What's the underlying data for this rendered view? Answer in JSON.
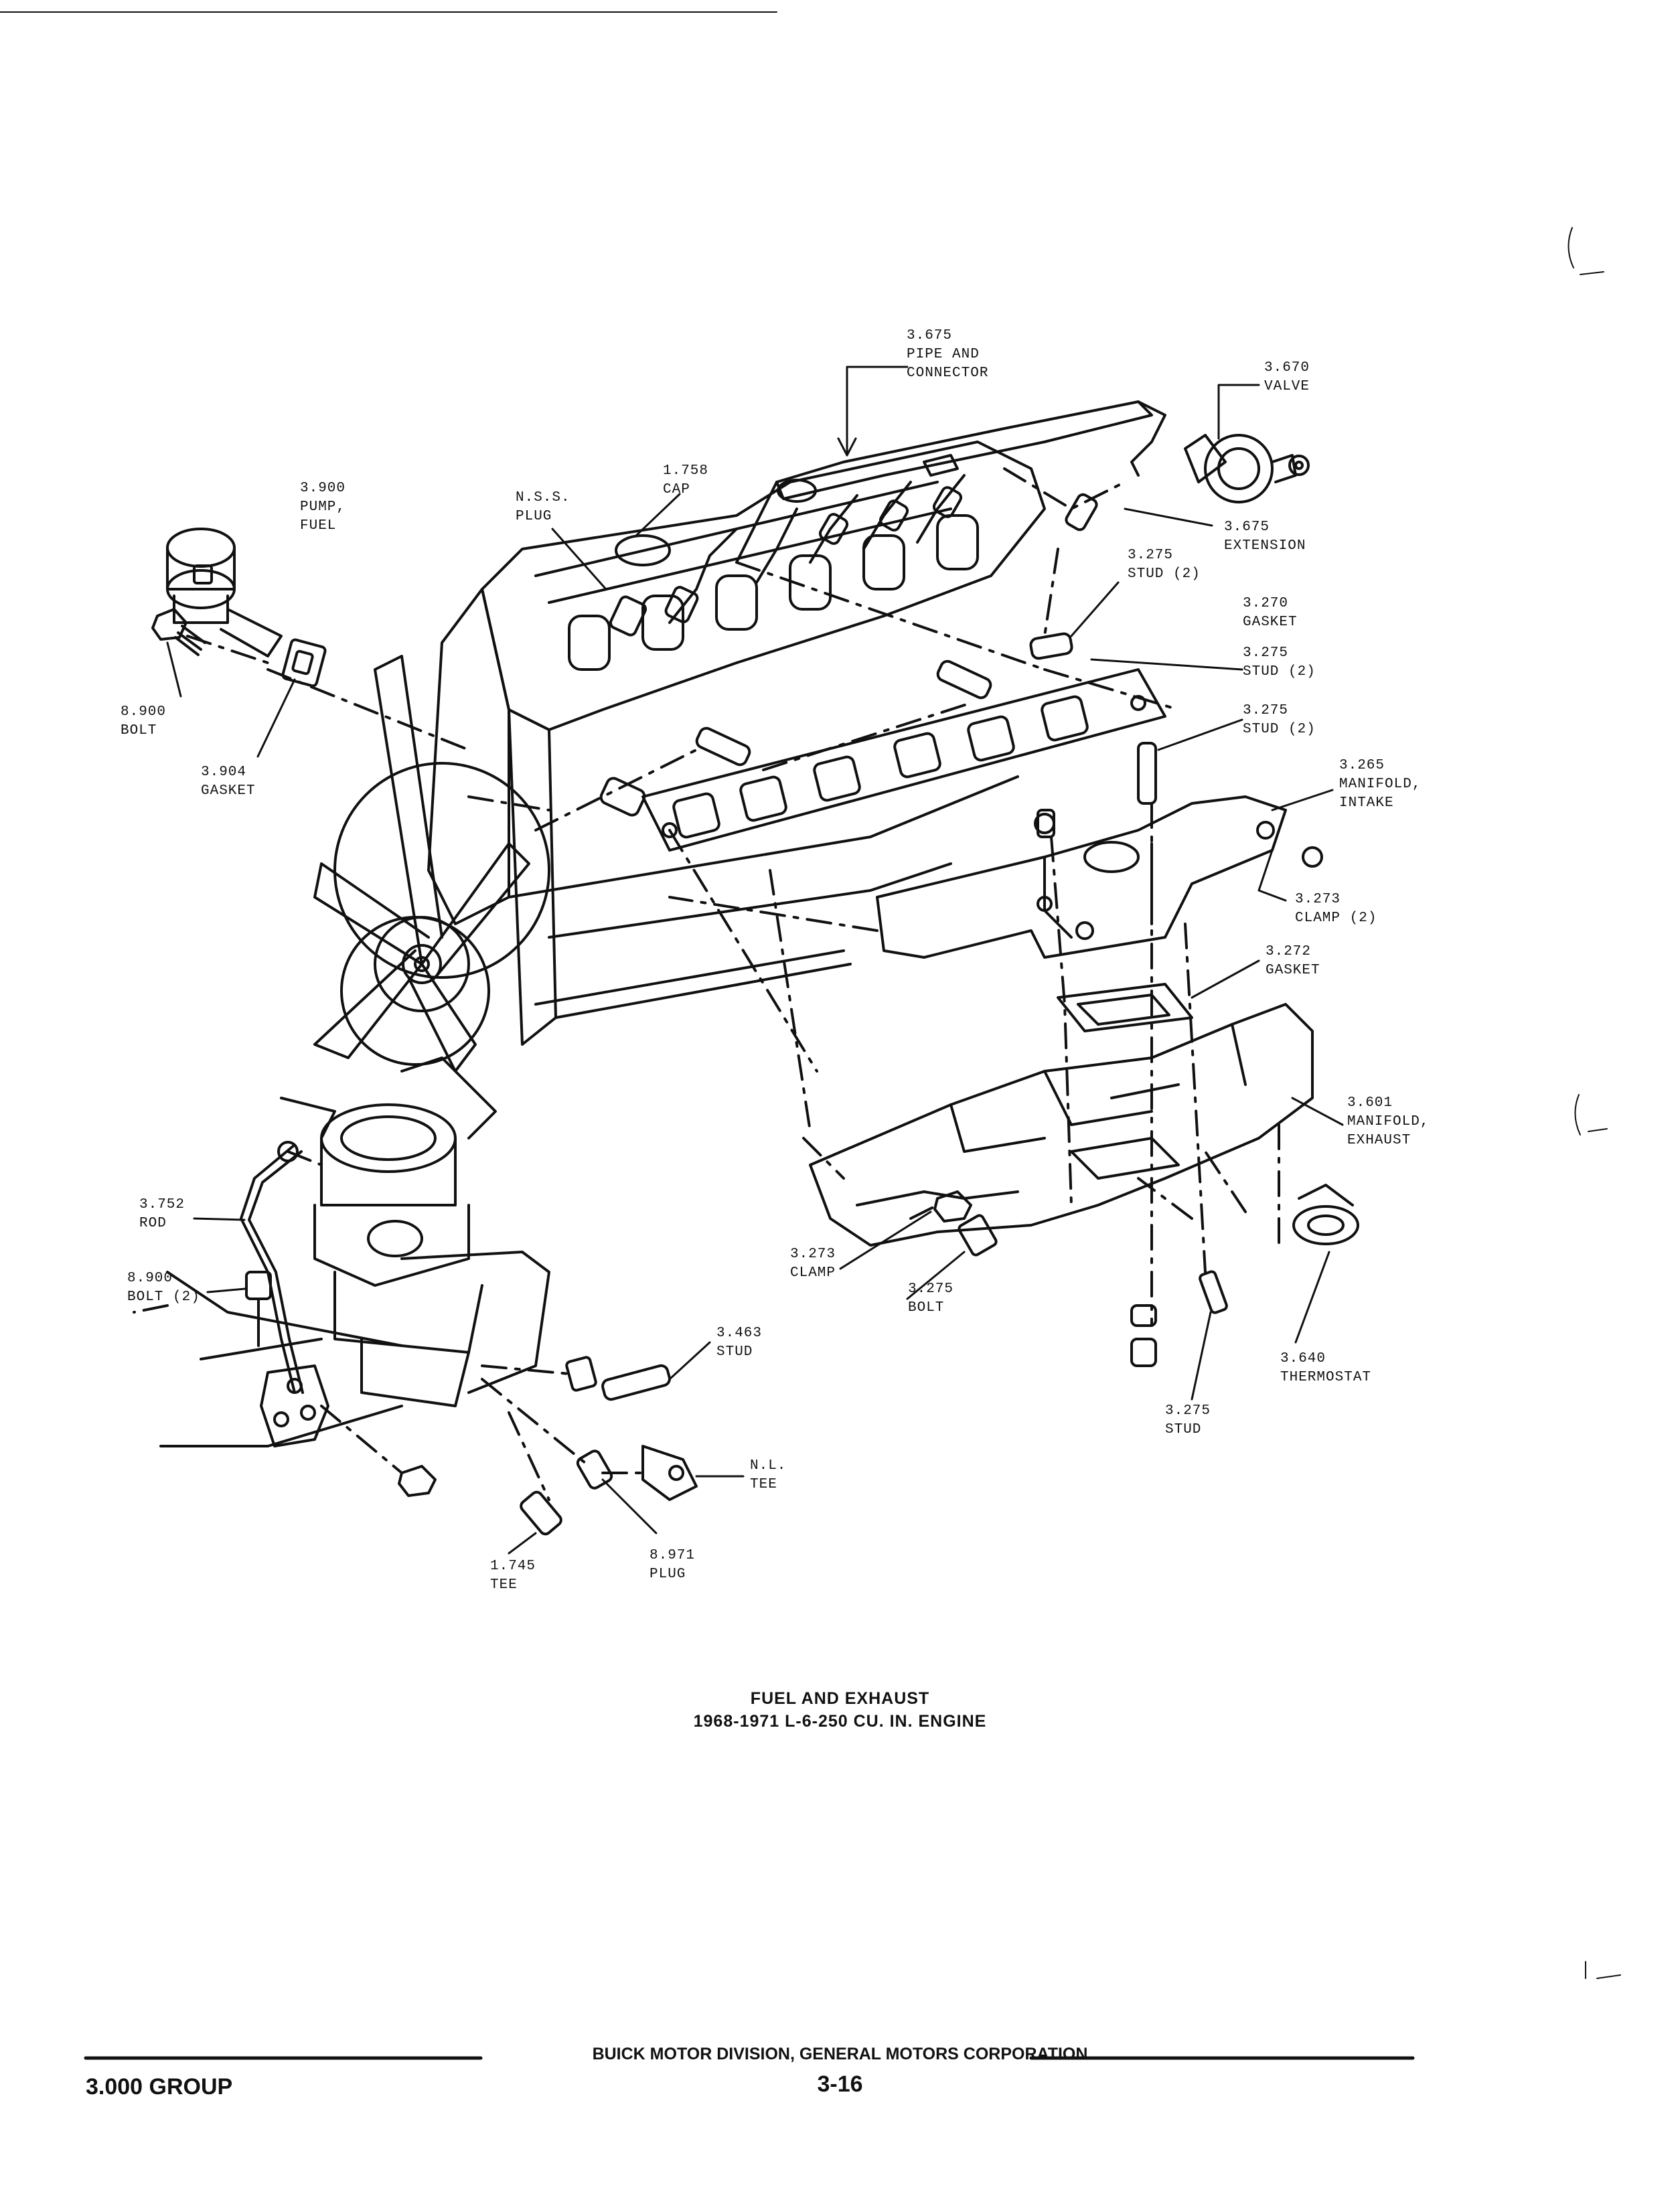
{
  "callouts": [
    {
      "id": "c3675a",
      "lines": [
        "3.675",
        "PIPE AND",
        "CONNECTOR"
      ]
    },
    {
      "id": "c3670",
      "lines": [
        "3.670",
        "VALVE"
      ]
    },
    {
      "id": "c1758",
      "lines": [
        "1.758",
        "CAP"
      ]
    },
    {
      "id": "cnss",
      "lines": [
        "N.S.S.",
        "PLUG"
      ]
    },
    {
      "id": "c3900",
      "lines": [
        "3.900",
        "PUMP,",
        "FUEL"
      ]
    },
    {
      "id": "c3675b",
      "lines": [
        "3.675",
        "EXTENSION"
      ]
    },
    {
      "id": "c3275a",
      "lines": [
        "3.275",
        "STUD (2)"
      ]
    },
    {
      "id": "c3270",
      "lines": [
        "3.270",
        "GASKET"
      ]
    },
    {
      "id": "c3275b",
      "lines": [
        "3.275",
        "STUD (2)"
      ]
    },
    {
      "id": "c3275c",
      "lines": [
        "3.275",
        "STUD (2)"
      ]
    },
    {
      "id": "c8900a",
      "lines": [
        "8.900",
        "BOLT"
      ]
    },
    {
      "id": "c3904",
      "lines": [
        "3.904",
        "GASKET"
      ]
    },
    {
      "id": "c3265",
      "lines": [
        "3.265",
        "MANIFOLD,",
        "INTAKE"
      ]
    },
    {
      "id": "c3273a",
      "lines": [
        "3.273",
        "CLAMP (2)"
      ]
    },
    {
      "id": "c3272",
      "lines": [
        "3.272",
        "GASKET"
      ]
    },
    {
      "id": "c3601",
      "lines": [
        "3.601",
        "MANIFOLD,",
        "EXHAUST"
      ]
    },
    {
      "id": "c3752",
      "lines": [
        "3.752",
        "ROD"
      ]
    },
    {
      "id": "c8900b",
      "lines": [
        "8.900",
        "BOLT (2)"
      ]
    },
    {
      "id": "c3273b",
      "lines": [
        "3.273",
        "CLAMP"
      ]
    },
    {
      "id": "c3275d",
      "lines": [
        "3.275",
        "BOLT"
      ]
    },
    {
      "id": "c3463",
      "lines": [
        "3.463",
        "STUD"
      ]
    },
    {
      "id": "c3640",
      "lines": [
        "3.640",
        "THERMOSTAT"
      ]
    },
    {
      "id": "c3275e",
      "lines": [
        "3.275",
        "STUD"
      ]
    },
    {
      "id": "cnl",
      "lines": [
        "N.L.",
        "TEE"
      ]
    },
    {
      "id": "c1745",
      "lines": [
        "1.745",
        "TEE"
      ]
    },
    {
      "id": "c8971",
      "lines": [
        "8.971",
        "PLUG"
      ]
    }
  ],
  "caption": {
    "line1": "FUEL AND EXHAUST",
    "line2": "1968-1971 L-6-250 CU. IN. ENGINE"
  },
  "footer": {
    "group": "3.000 GROUP",
    "corporation": "BUICK MOTOR DIVISION, GENERAL MOTORS CORPORATION",
    "page_number": "3-16"
  }
}
